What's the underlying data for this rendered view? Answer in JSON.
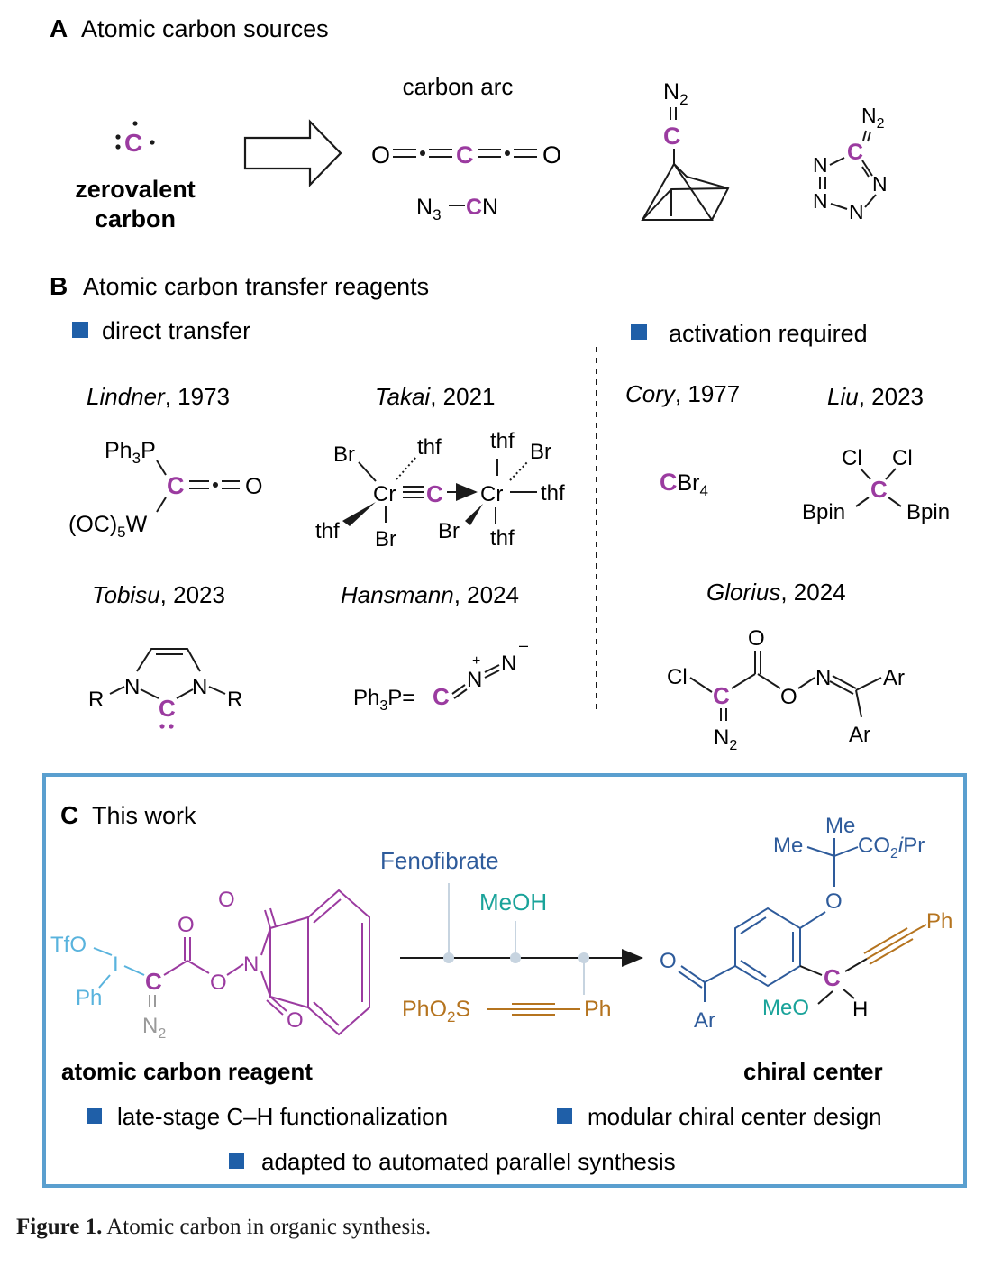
{
  "colors": {
    "carbon": "#9b3ba0",
    "blue_bullet": "#1f5fa8",
    "fenofibrate": "#2e5b9b",
    "meoh": "#1aa39a",
    "sulfone": "#b5741f",
    "reagent_iodine": "#59b3dd",
    "diazo_gray": "#9a9a9a",
    "frame": "#5a9fcf",
    "arrow_dots": "#c7d4e0"
  },
  "sectionA": {
    "letter": "A",
    "title": "Atomic carbon sources",
    "zerovalent_line1": "zerovalent",
    "zerovalent_line2": "carbon",
    "carbon_arc": "carbon arc"
  },
  "sectionB": {
    "letter": "B",
    "title": "Atomic carbon transfer reagents",
    "direct_transfer": "direct transfer",
    "activation_required": "activation required",
    "refs": {
      "lindner": {
        "name": "Lindner",
        "year": ", 1973"
      },
      "takai": {
        "name": "Takai",
        "year": ", 2021"
      },
      "tobisu": {
        "name": "Tobisu",
        "year": ", 2023"
      },
      "hansmann": {
        "name": "Hansmann",
        "year": ", 2024"
      },
      "cory": {
        "name": "Cory",
        "year": ", 1977"
      },
      "liu": {
        "name": "Liu",
        "year": ", 2023"
      },
      "glorius": {
        "name": "Glorius",
        "year": ", 2024"
      }
    }
  },
  "sectionC": {
    "letter": "C",
    "title": "This work",
    "reagent_label": "atomic carbon reagent",
    "product_label": "chiral center",
    "fenofibrate": "Fenofibrate",
    "meoh": "MeOH",
    "bullets": [
      "late-stage C–H functionalization",
      "modular chiral center design",
      "adapted to automated parallel synthesis"
    ]
  },
  "caption": {
    "label": "Figure 1.",
    "text": " Atomic carbon in organic synthesis."
  }
}
